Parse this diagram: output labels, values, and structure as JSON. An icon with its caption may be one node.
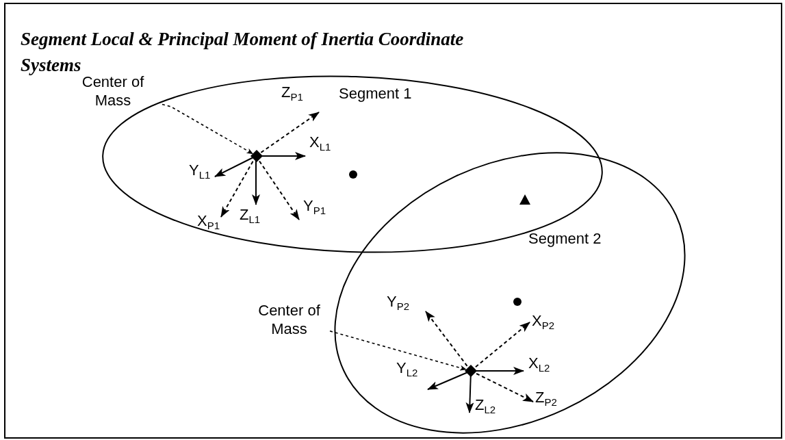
{
  "diagram": {
    "title": "Segment Local & Principal Moment of Inertia Coordinate Systems",
    "nodes": [
      {
        "text": [
          "Segment 1"
        ]
      },
      {
        "text": [
          "Segment 2"
        ]
      },
      {
        "text": [
          "Center of Mass"
        ]
      },
      {
        "text": [],
        "shape": "diamond",
        "in": 0
      },
      {
        "text": [
          "Center of Mass"
        ]
      },
      {
        "text": [],
        "shape": "diamond",
        "in": 1
      }
    ],
    "edges": [
      {
        "from": 2,
        "to": 3,
        "arrow": "to",
        "style": "dashed"
      },
      {
        "from": 4,
        "to": 5,
        "arrow": "to",
        "style": "dashed"
      }
    ],
    "labels": [
      "Z$_{P1}$",
      "X$_{L1}$",
      "Y$_{L1}$",
      "X$_{P1}$",
      "Z$_{L1}$",
      "Y$_{P1}$",
      "Y$_{P2}$",
      "X$_{P2}$",
      "X$_{L2}$",
      "Y$_{L2}$",
      "Z$_{L2}$",
      "Z$_{P2}$"
    ]
  }
}
